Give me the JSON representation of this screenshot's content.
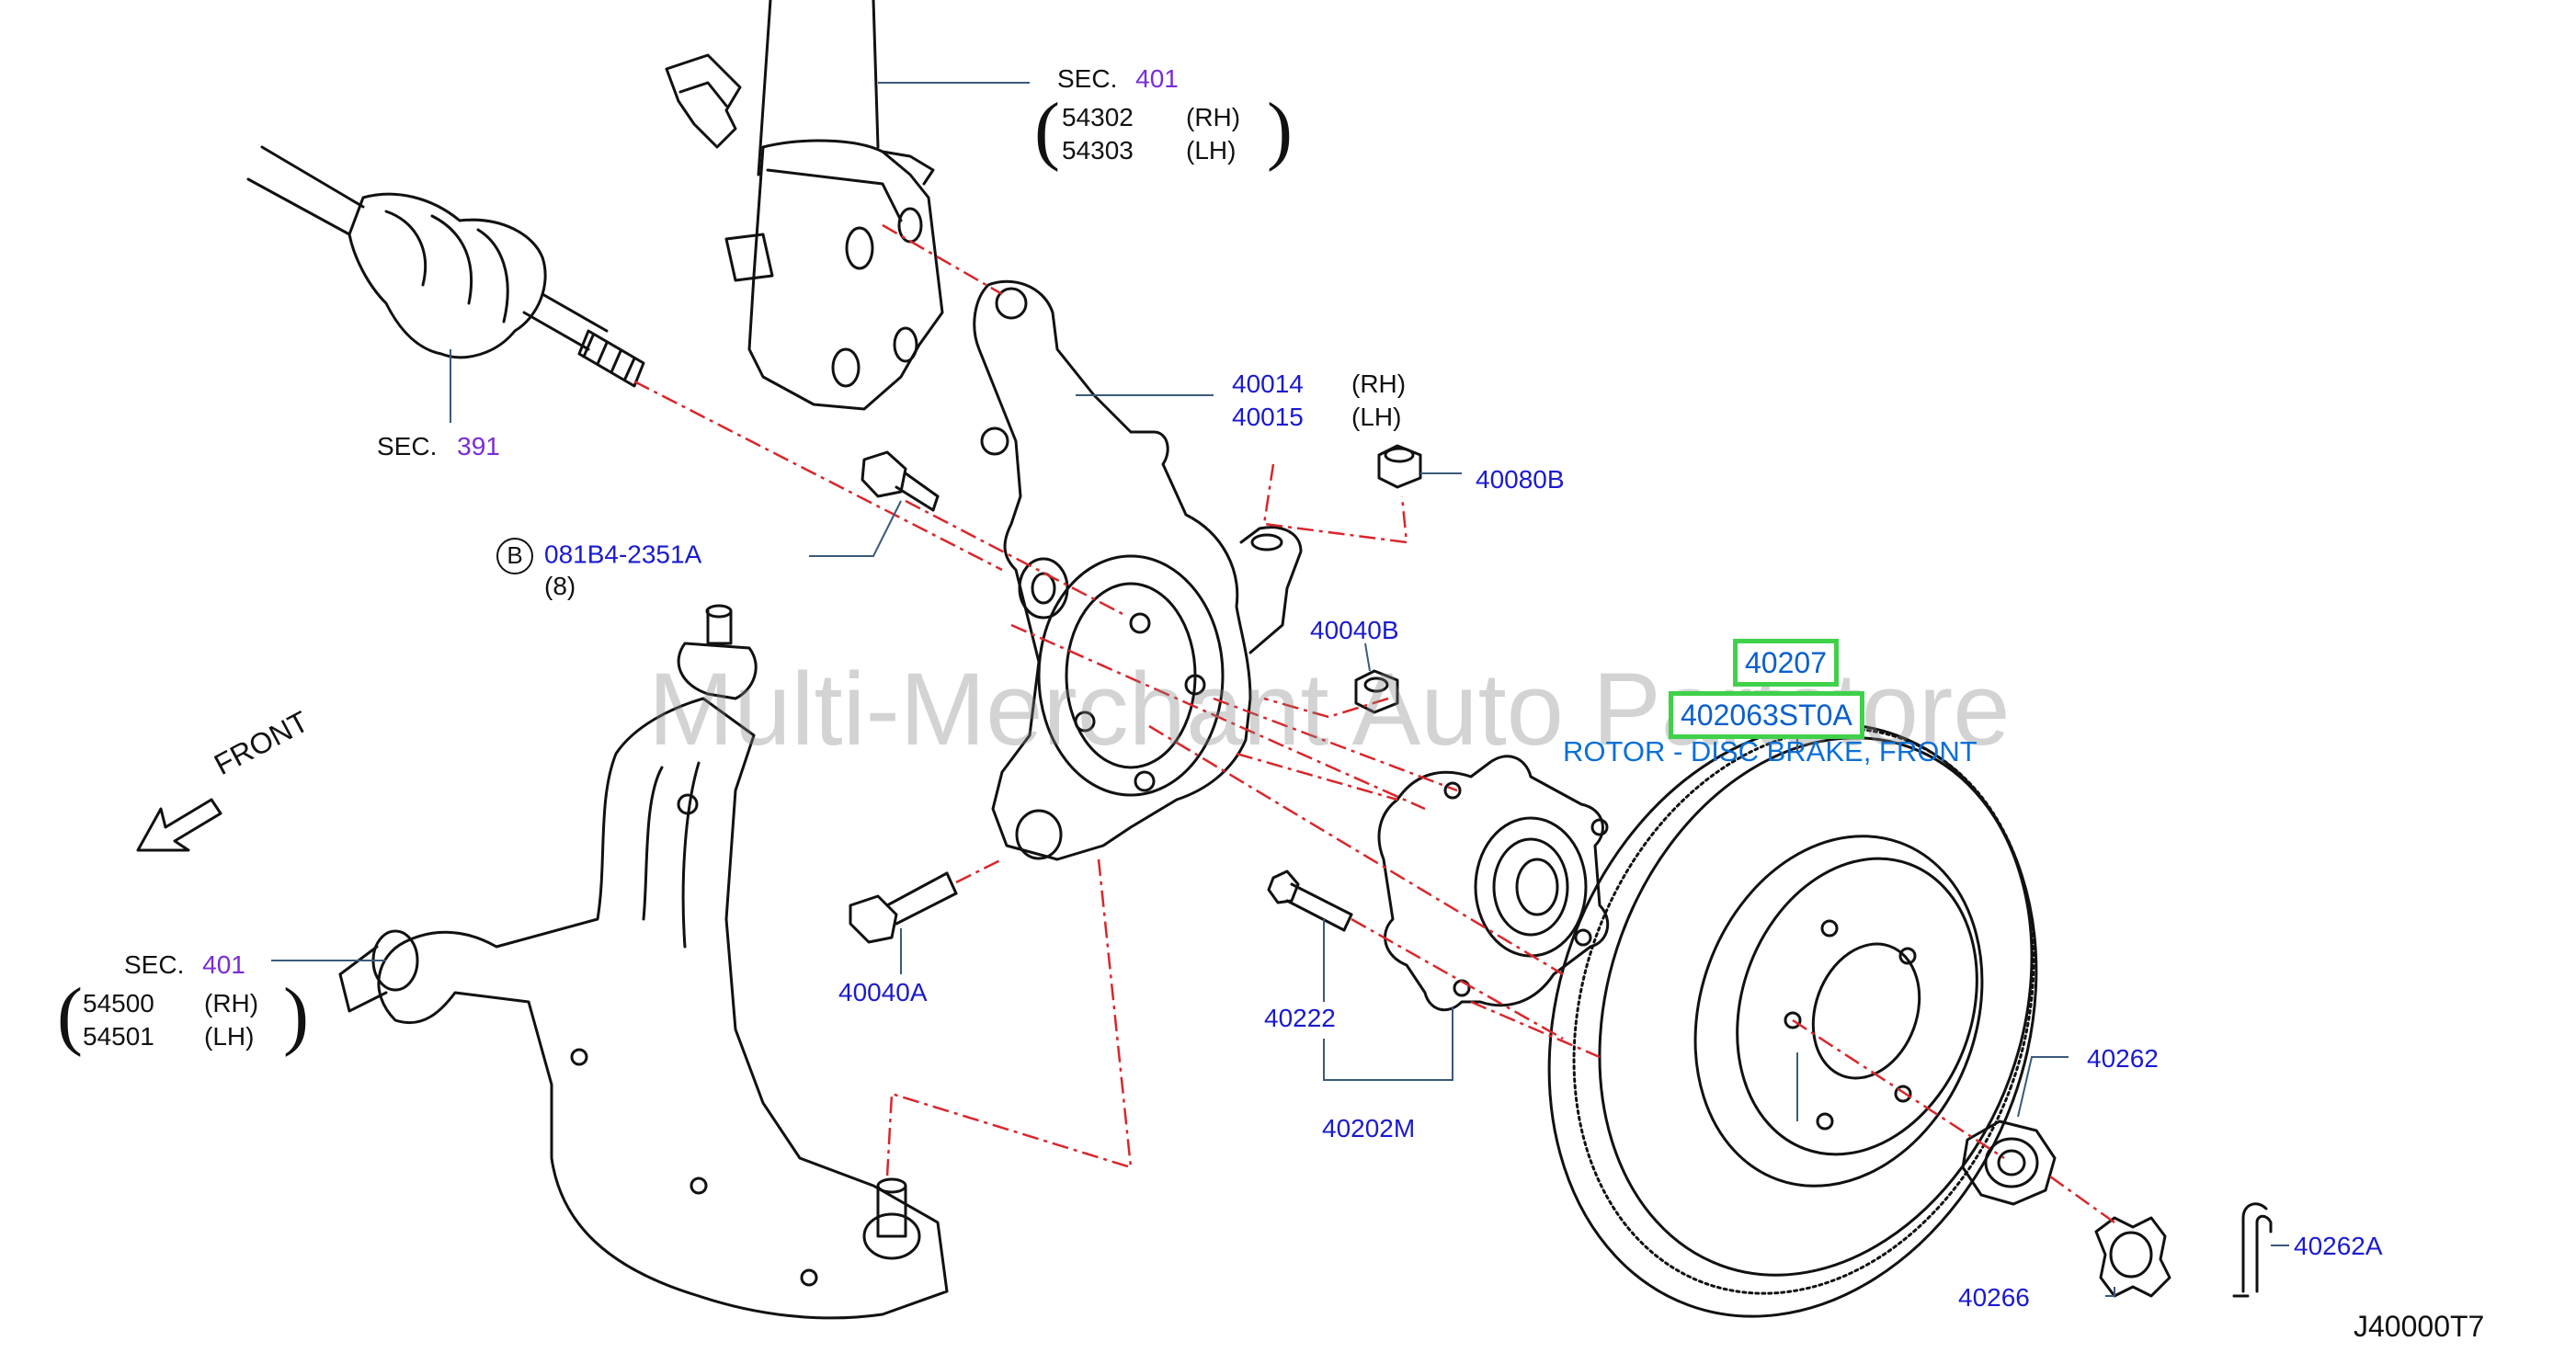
{
  "watermark": "Multi-Merchant Auto Partstore",
  "diagram_code": "J40000T7",
  "front_label": "FRONT",
  "strut": {
    "sec": "SEC.",
    "sec_num": "401",
    "rh_part": "54302",
    "rh": "(RH)",
    "lh_part": "54303",
    "lh": "(LH)"
  },
  "driveshaft": {
    "sec": "SEC.",
    "sec_num": "391"
  },
  "knuckle": {
    "rh_part": "40014",
    "rh": "(RH)",
    "lh_part": "40015",
    "lh": "(LH)"
  },
  "nut_40080b": "40080B",
  "bolt_b": {
    "symbol": "B",
    "part": "081B4-2351A",
    "qty": "(8)"
  },
  "nut_40040b": "40040B",
  "highlight_40207": "40207",
  "highlight_rotor_part": "402063ST0A",
  "rotor_desc": "ROTOR - DISC BRAKE, FRONT",
  "lower_arm": {
    "sec": "SEC.",
    "sec_num": "401",
    "rh_part": "54500",
    "rh": "(RH)",
    "lh_part": "54501",
    "lh": "(LH)"
  },
  "bolt_40040a": "40040A",
  "stud_40222": "40222",
  "hub_40202m": "40202M",
  "nut_40262": "40262",
  "cap_40266": "40266",
  "pin_40262a": "40262A"
}
